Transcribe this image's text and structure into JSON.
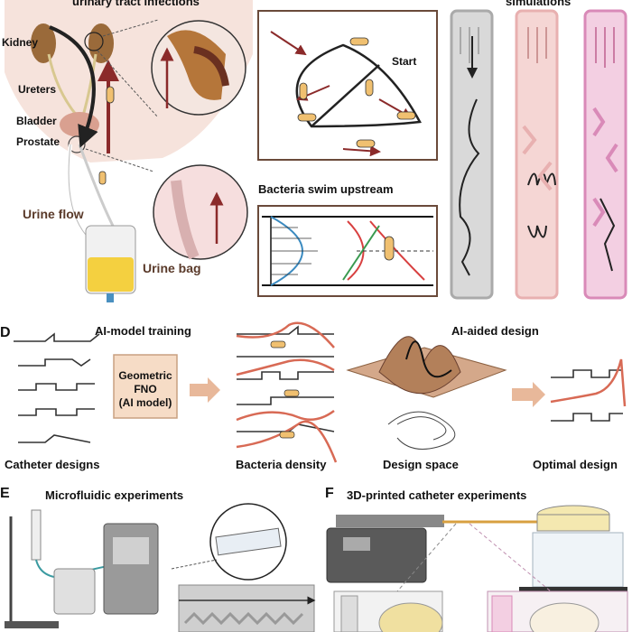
{
  "panel_a": {
    "title": "urinary tract infections",
    "labels": {
      "kidney": "Kidney",
      "ureters": "Ureters",
      "bladder": "Bladder",
      "prostate": "Prostate",
      "urine_flow": "Urine flow",
      "urine_bag": "Urine bag"
    }
  },
  "panel_b": {
    "start_label": "Start",
    "upstream_title": "Bacteria swim upstream"
  },
  "panel_c": {
    "title": "simulations"
  },
  "panel_d": {
    "letter": "D",
    "training_title": "AI-model training",
    "model_line1": "Geometric",
    "model_line2": "FNO",
    "model_line3": "(AI model)",
    "aided_title": "AI-aided design",
    "catheter_designs": "Catheter designs",
    "bacteria_density": "Bacteria density",
    "design_space": "Design space",
    "optimal_design": "Optimal design"
  },
  "panel_e": {
    "letter": "E",
    "title": "Microfluidic experiments"
  },
  "panel_f": {
    "letter": "F",
    "title": "3D-printed catheter experiments"
  },
  "colors": {
    "dark_red": "#8b2a2a",
    "salmon": "#e07060",
    "pink": "#e88fb8",
    "model_box": "#f6dcc6",
    "arrow_peach": "#e8b89a",
    "gray_panel": "#d9d9d9"
  }
}
